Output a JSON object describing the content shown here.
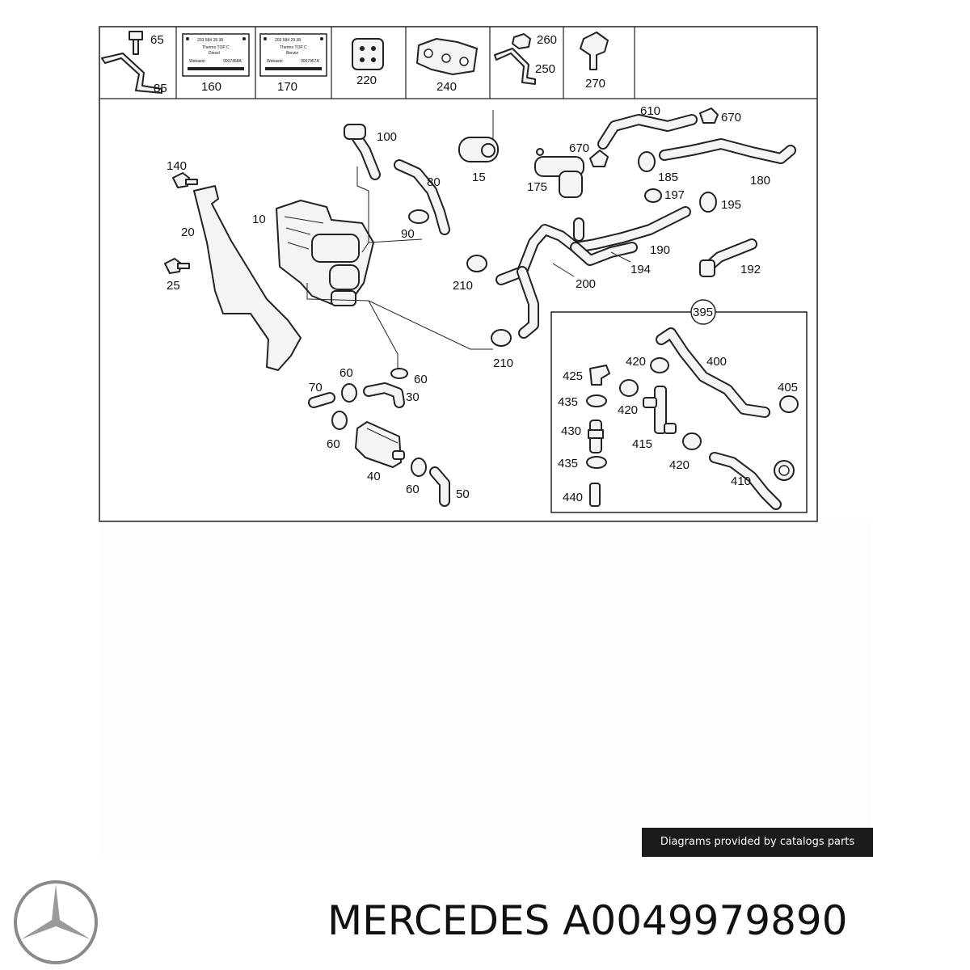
{
  "diagram": {
    "labels": {
      "l65": "65",
      "l85": "85",
      "l160": "160",
      "l170": "170",
      "l220": "220",
      "l240": "240",
      "l260": "260",
      "l250": "250",
      "l270": "270",
      "l100": "100",
      "l80": "80",
      "l90": "90",
      "l10": "10",
      "l140": "140",
      "l20": "20",
      "l25": "25",
      "l210a": "210",
      "l210b": "210",
      "l15": "15",
      "l175": "175",
      "l670a": "670",
      "l610": "610",
      "l670b": "670",
      "l185": "185",
      "l180": "180",
      "l197": "197",
      "l195": "195",
      "l190": "190",
      "l194": "194",
      "l200": "200",
      "l192": "192",
      "l60a": "60",
      "l60b": "60",
      "l70": "70",
      "l30": "30",
      "l60c": "60",
      "l40": "40",
      "l60d": "60",
      "l50": "50",
      "l395": "395",
      "l400": "400",
      "l420a": "420",
      "l425": "425",
      "l435a": "435",
      "l420b": "420",
      "l405": "405",
      "l430": "430",
      "l415": "415",
      "l420c": "420",
      "l435b": "435",
      "l410": "410",
      "l440": "440"
    },
    "tags": {
      "t160_line1": "203 584 28 38",
      "t160_line2": "Thermo TOP C",
      "t160_line3": "Diesel",
      "t160_line4": "Webasto",
      "t160_line5": "9007458A",
      "t170_line1": "203 584 29 38",
      "t170_line2": "Thermo TOP C",
      "t170_line3": "Benzin",
      "t170_line4": "Webasto",
      "t170_line5": "9007457A"
    }
  },
  "credit": "Diagrams provided by catalogs parts",
  "brand": {
    "name": "MERCEDES A0049979890"
  }
}
